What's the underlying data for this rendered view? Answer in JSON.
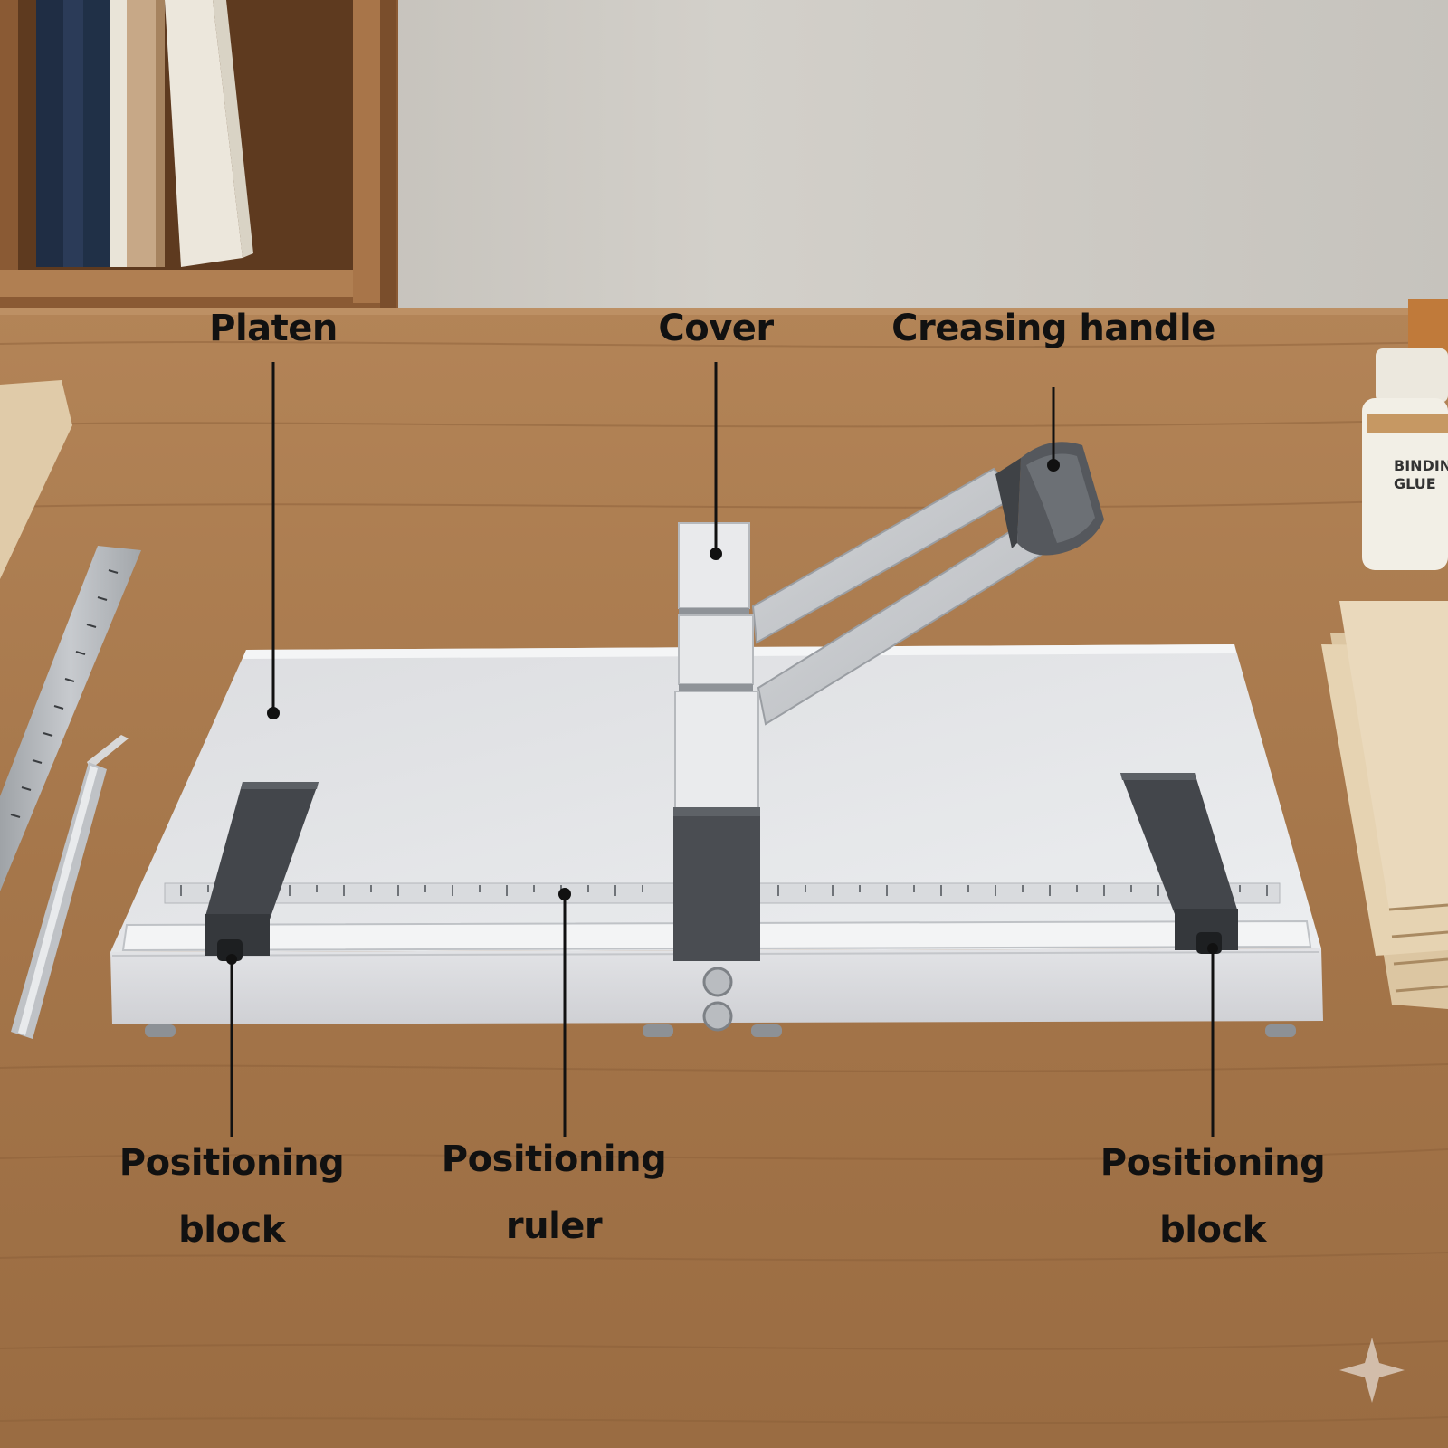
{
  "labels": {
    "platen": "Platen",
    "cover": "Cover",
    "creasing_handle": "Creasing handle",
    "positioning_block_left": [
      "Positioning",
      "block"
    ],
    "positioning_ruler": [
      "Positioning",
      "ruler"
    ],
    "positioning_block_right": [
      "Positioning",
      "block"
    ]
  },
  "props": {
    "glue_bottle_text": "BINDIN\nGLUE"
  },
  "colors": {
    "wall": "#c9c6c0",
    "table": "#a8794f",
    "machine_body": "#e4e5e8",
    "dark_parts": "#4a4d52",
    "label_text": "#111111"
  }
}
